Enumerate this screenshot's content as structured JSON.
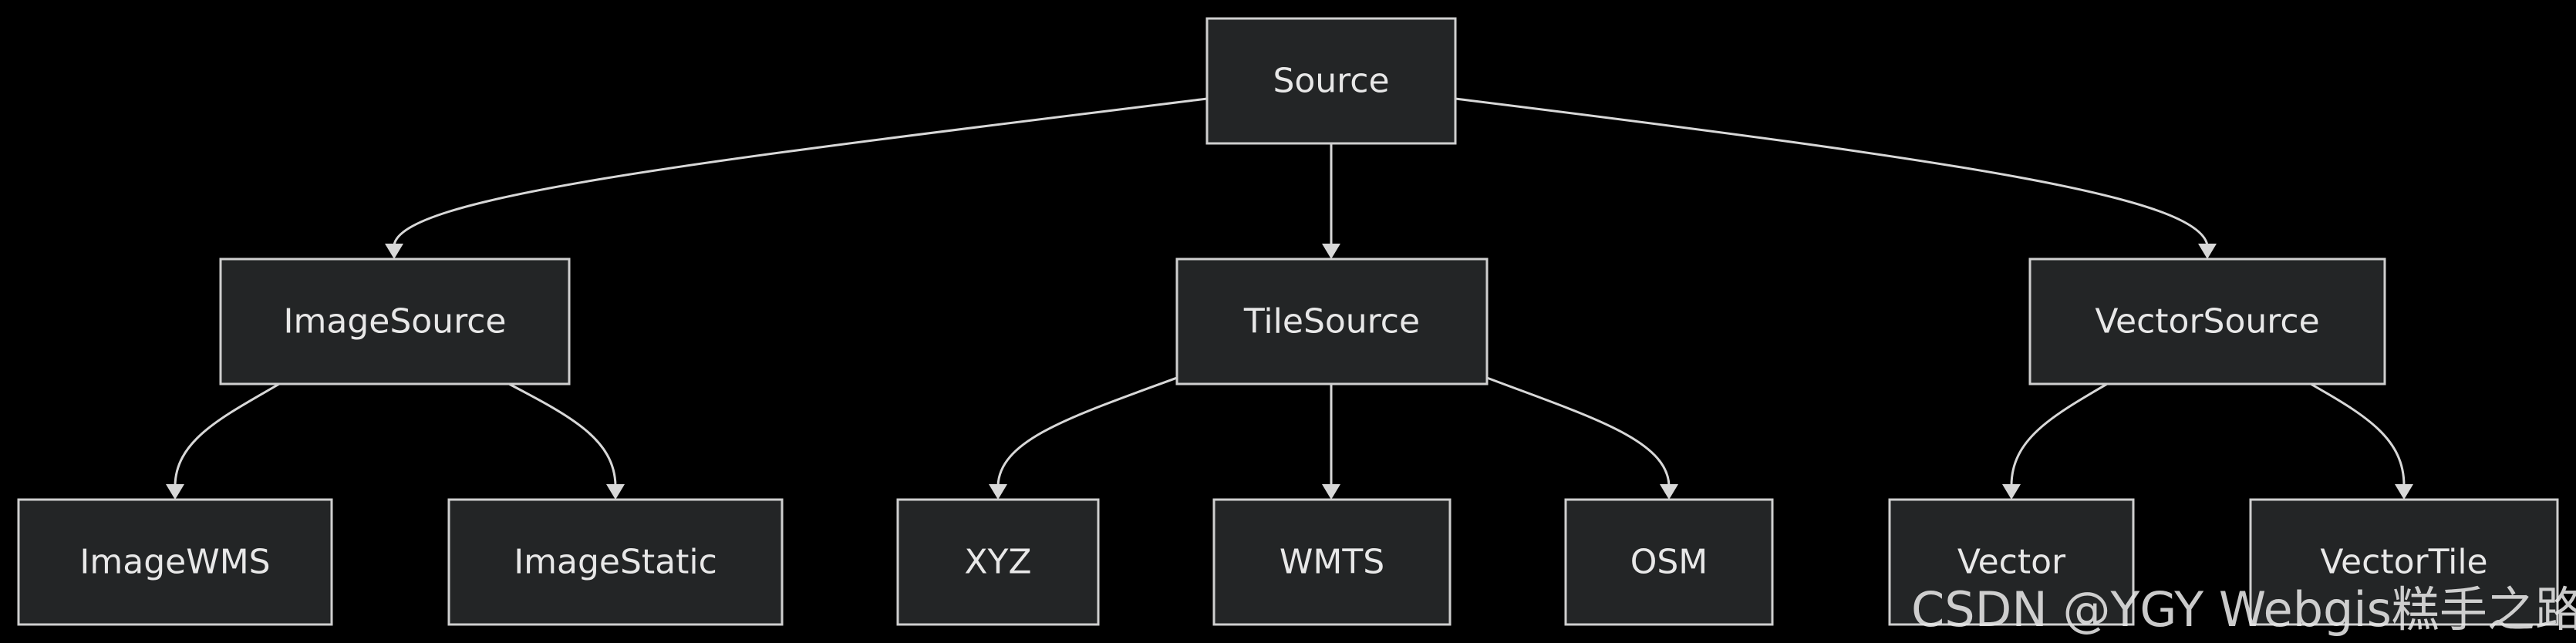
{
  "diagram": {
    "nodes": [
      {
        "id": "source",
        "label": "Source"
      },
      {
        "id": "image-source",
        "label": "ImageSource"
      },
      {
        "id": "tile-source",
        "label": "TileSource"
      },
      {
        "id": "vector-source",
        "label": "VectorSource"
      },
      {
        "id": "image-wms",
        "label": "ImageWMS"
      },
      {
        "id": "image-static",
        "label": "ImageStatic"
      },
      {
        "id": "xyz",
        "label": "XYZ"
      },
      {
        "id": "wmts",
        "label": "WMTS"
      },
      {
        "id": "osm",
        "label": "OSM"
      },
      {
        "id": "vector",
        "label": "Vector"
      },
      {
        "id": "vector-tile",
        "label": "VectorTile"
      }
    ],
    "edges": [
      {
        "from": "source",
        "to": "image-source"
      },
      {
        "from": "source",
        "to": "tile-source"
      },
      {
        "from": "source",
        "to": "vector-source"
      },
      {
        "from": "image-source",
        "to": "image-wms"
      },
      {
        "from": "image-source",
        "to": "image-static"
      },
      {
        "from": "tile-source",
        "to": "xyz"
      },
      {
        "from": "tile-source",
        "to": "wmts"
      },
      {
        "from": "tile-source",
        "to": "osm"
      },
      {
        "from": "vector-source",
        "to": "vector"
      },
      {
        "from": "vector-source",
        "to": "vector-tile"
      }
    ],
    "colors": {
      "background": "#000000",
      "node_fill": "#232526",
      "node_border": "#cfcfcf",
      "edge": "#d8d8d8",
      "text": "#e8e8e8"
    }
  },
  "watermark": {
    "text": "CSDN @YGY Webgis糕手之路"
  }
}
